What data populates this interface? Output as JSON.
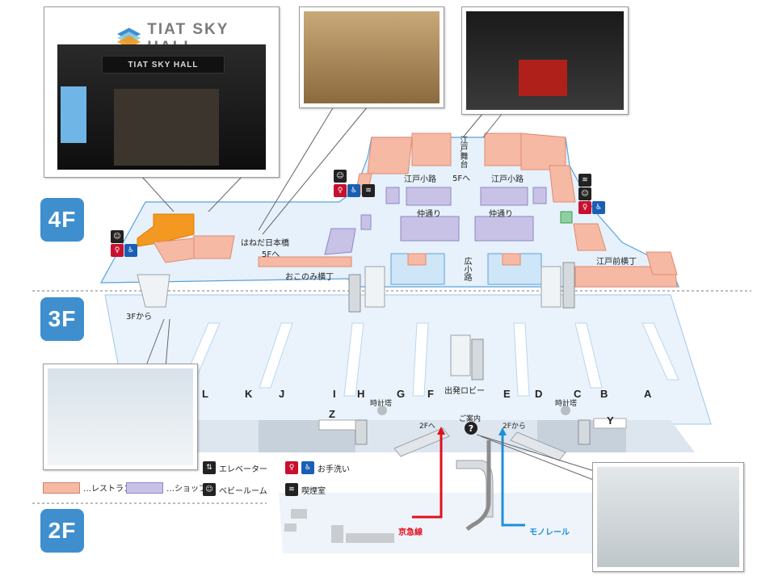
{
  "floors": {
    "f4": "4F",
    "f3": "3F",
    "f2": "2F"
  },
  "brand": {
    "name": "TIAT SKY HALL",
    "sign": "TIAT SKY HALL"
  },
  "areas": {
    "edo_stage": "江戸舞台",
    "edo_stage_5f": "5Fへ",
    "edo_koji_left": "江戸小路",
    "edo_koji_right": "江戸小路",
    "naka_dori_left": "仲通り",
    "naka_dori_right": "仲通り",
    "hiro_koji": "広小路",
    "edomae_yokocho": "江戸前横丁",
    "okonomi_yokocho": "おこのみ横丁",
    "haneda_bridge": "はねだ日本橋",
    "haneda_bridge_5f": "5Fへ",
    "from_3f": "3Fから",
    "departure_lobby": "出発ロビー",
    "clock_left": "時計塔",
    "clock_right": "時計塔",
    "info": "ご案内",
    "to_2f": "2Fへ",
    "from_2f": "2Fから",
    "keikyu": "京急線",
    "monorail": "モノレール"
  },
  "gates": [
    "L",
    "K",
    "J",
    "I",
    "H",
    "G",
    "F",
    "E",
    "D",
    "C",
    "B",
    "A",
    "Z",
    "Y"
  ],
  "legend": {
    "restaurant": "…レストラン",
    "shop": "…ショップ",
    "elevator": "エレベーター",
    "baby_room": "ベビールーム",
    "restroom": "お手洗い",
    "smoking": "喫煙室"
  },
  "colors": {
    "floor_blue": "#3f8fcf",
    "restaurant": "#f6b9a3",
    "shop": "#c8c2e6",
    "hall": "#f39820",
    "lobby": "#e8f1fb",
    "keikyu_line": "#e0101e",
    "monorail_line": "#1e8fd8"
  }
}
